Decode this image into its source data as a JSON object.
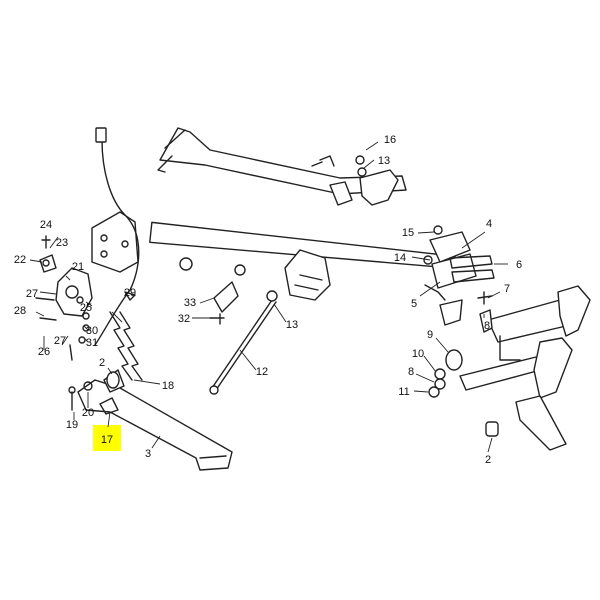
{
  "highlight_color": "#ffff00",
  "highlighted_callout": "17",
  "callouts": [
    {
      "label": "16"
    },
    {
      "label": "13"
    },
    {
      "label": "15"
    },
    {
      "label": "4"
    },
    {
      "label": "14"
    },
    {
      "label": "6"
    },
    {
      "label": "24"
    },
    {
      "label": "23"
    },
    {
      "label": "22"
    },
    {
      "label": "21"
    },
    {
      "label": "27"
    },
    {
      "label": "25"
    },
    {
      "label": "29"
    },
    {
      "label": "28"
    },
    {
      "label": "30"
    },
    {
      "label": "31"
    },
    {
      "label": "26"
    },
    {
      "label": "27"
    },
    {
      "label": "33"
    },
    {
      "label": "32"
    },
    {
      "label": "13"
    },
    {
      "label": "5"
    },
    {
      "label": "7"
    },
    {
      "label": "8"
    },
    {
      "label": "9"
    },
    {
      "label": "10"
    },
    {
      "label": "8"
    },
    {
      "label": "11"
    },
    {
      "label": "12"
    },
    {
      "label": "2"
    },
    {
      "label": "18"
    },
    {
      "label": "20"
    },
    {
      "label": "19"
    },
    {
      "label": "17"
    },
    {
      "label": "3"
    },
    {
      "label": "2"
    }
  ]
}
